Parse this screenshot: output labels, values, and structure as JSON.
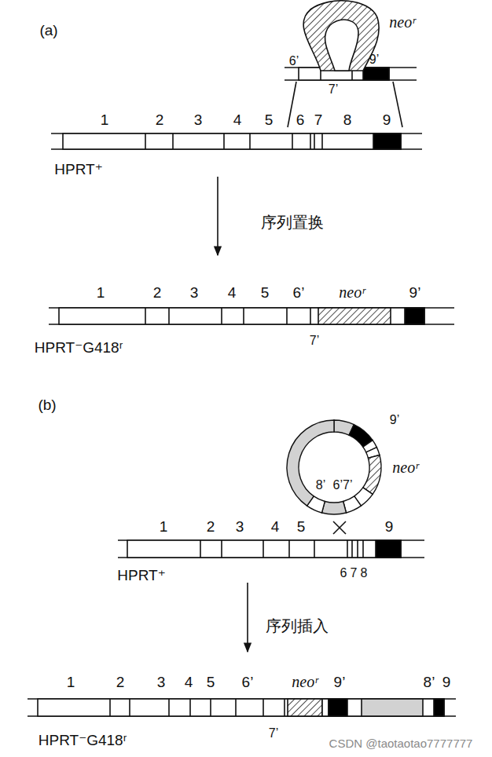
{
  "diagram": {
    "labels": [
      "(a)",
      "neoʳ",
      "6’",
      "7’",
      "9’",
      "1",
      "2",
      "3",
      "4",
      "5",
      "6",
      "7",
      "8",
      "9",
      "HPRT⁺",
      "序列置换",
      "1",
      "2",
      "3",
      "4",
      "5",
      "6’",
      "neoʳ",
      "9’",
      "7’",
      "HPRT⁻G418ʳ",
      "(b)",
      "9’",
      "neoʳ",
      "6’7’",
      "8’",
      "1",
      "2",
      "3",
      "4",
      "5",
      "9",
      "HPRT⁺",
      "6",
      "7",
      "8",
      "序列插入",
      "1",
      "2",
      "3",
      "4",
      "5",
      "6’",
      "neoʳ",
      "9’",
      "8’",
      "9",
      "7’",
      "HPRT⁻G418ʳ",
      "CSDN @taotaotao7777777"
    ]
  }
}
